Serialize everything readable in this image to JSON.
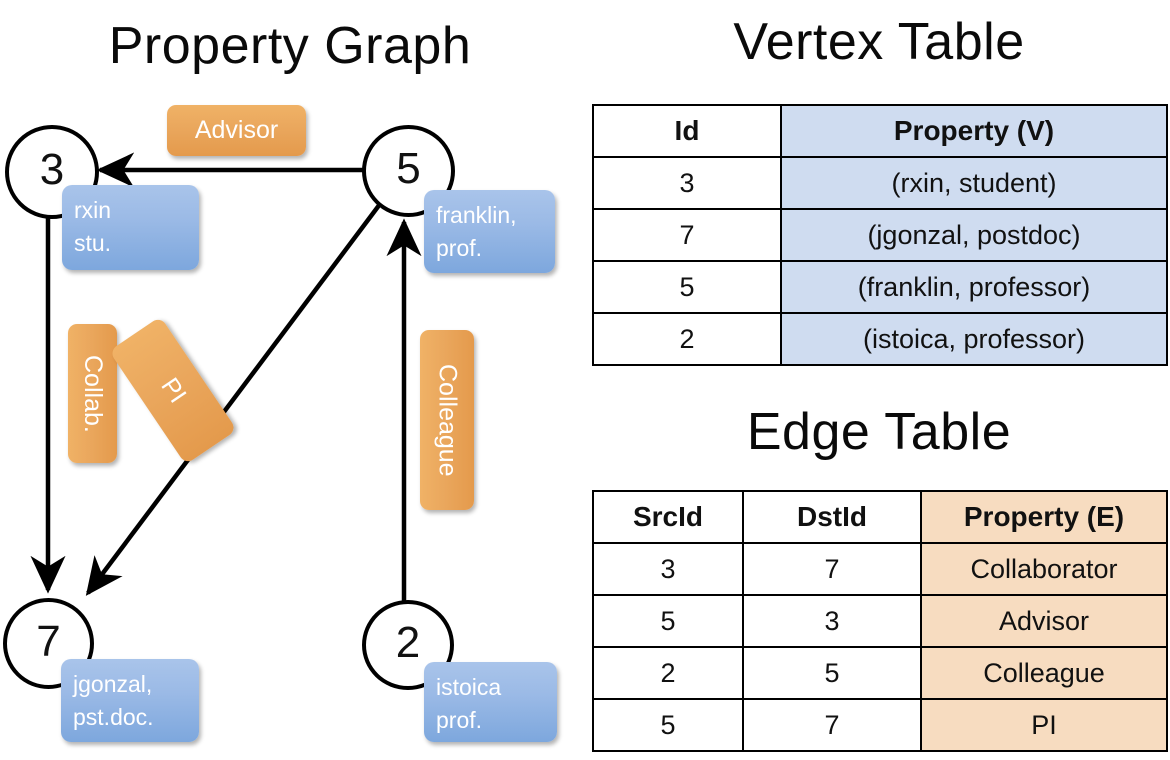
{
  "titles": {
    "property_graph": "Property Graph",
    "vertex_table": "Vertex Table",
    "edge_table": "Edge Table"
  },
  "graph": {
    "nodes": [
      {
        "id": "3",
        "label_line1": "rxin",
        "label_line2": "stu."
      },
      {
        "id": "5",
        "label_line1": "franklin,",
        "label_line2": "prof."
      },
      {
        "id": "7",
        "label_line1": "jgonzal,",
        "label_line2": "pst.doc."
      },
      {
        "id": "2",
        "label_line1": "istoica",
        "label_line2": "prof."
      }
    ],
    "edge_labels": {
      "advisor": "Advisor",
      "collab": "Collab.",
      "pi": "PI",
      "colleague": "Colleague"
    },
    "edges": [
      {
        "from": "5",
        "to": "3",
        "label": "Advisor"
      },
      {
        "from": "3",
        "to": "7",
        "label": "Collab."
      },
      {
        "from": "5",
        "to": "7",
        "label": "PI"
      },
      {
        "from": "2",
        "to": "5",
        "label": "Colleague"
      }
    ]
  },
  "vertex_table": {
    "headers": [
      "Id",
      "Property (V)"
    ],
    "rows": [
      {
        "id": "3",
        "property": "(rxin, student)"
      },
      {
        "id": "7",
        "property": "(jgonzal, postdoc)"
      },
      {
        "id": "5",
        "property": "(franklin, professor)"
      },
      {
        "id": "2",
        "property": "(istoica, professor)"
      }
    ]
  },
  "edge_table": {
    "headers": [
      "SrcId",
      "DstId",
      "Property (E)"
    ],
    "rows": [
      {
        "src": "3",
        "dst": "7",
        "property": "Collaborator"
      },
      {
        "src": "5",
        "dst": "3",
        "property": "Advisor"
      },
      {
        "src": "2",
        "dst": "5",
        "property": "Colleague"
      },
      {
        "src": "5",
        "dst": "7",
        "property": "PI"
      }
    ]
  },
  "colors": {
    "vertex_header_fill": "#cfdcf0",
    "edge_header_fill": "#f7dcc0",
    "node_box_blue": "#8fb3e3",
    "edge_badge_orange": "#eaa75d",
    "stroke": "#000000"
  }
}
